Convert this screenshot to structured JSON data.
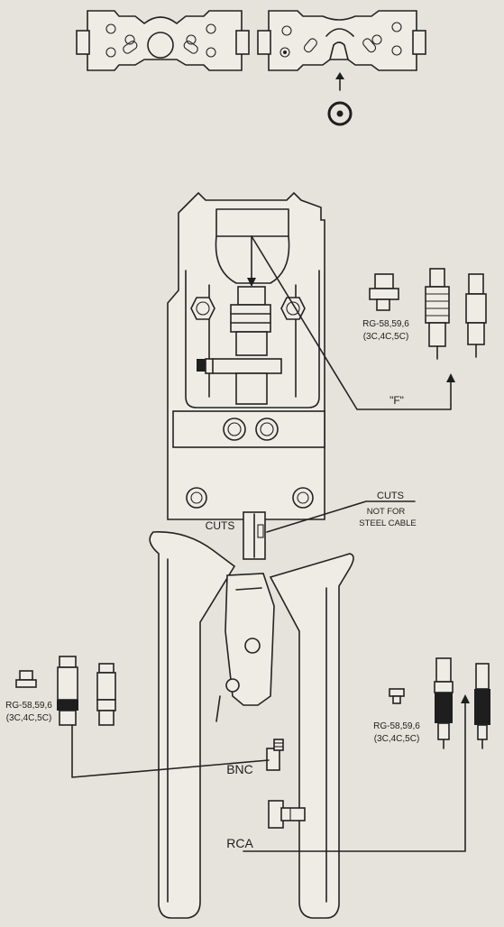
{
  "labels": {
    "f_connector": "\"F\"",
    "cuts_main": "CUTS",
    "cuts_note_title": "CUTS",
    "cuts_note_line1": "NOT FOR",
    "cuts_note_line2": "STEEL CABLE",
    "bnc": "BNC",
    "rca": "RCA"
  },
  "cable_specs": {
    "f_type": {
      "line1": "RG-58,59,6",
      "line2": "(3C,4C,5C)"
    },
    "bnc_type": {
      "line1": "RG-58,59,6",
      "line2": "(3C,4C,5C)"
    },
    "rca_type": {
      "line1": "RG-58,59,6",
      "line2": "(3C,4C,5C)"
    }
  }
}
